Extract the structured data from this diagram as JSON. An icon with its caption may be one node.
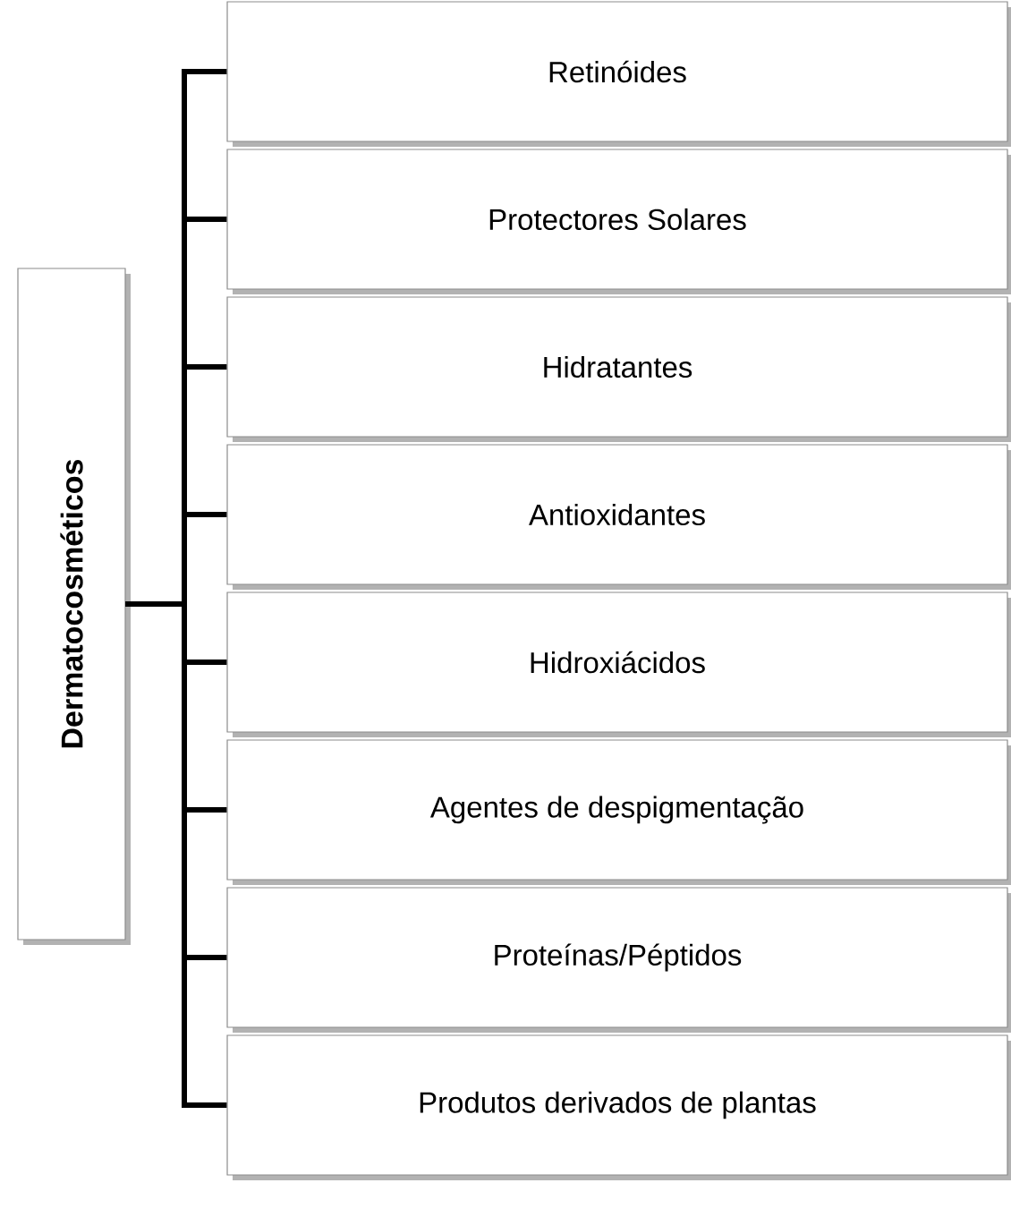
{
  "diagram": {
    "nodes": [
      {
        "text": [
          "Dermatocosméticos"
        ]
      },
      {
        "text": [
          "Retinóides"
        ]
      },
      {
        "text": [
          "Protectores Solares"
        ]
      },
      {
        "text": [
          "Hidratantes"
        ]
      },
      {
        "text": [
          "Antioxidantes"
        ]
      },
      {
        "text": [
          "Hidroxiácidos"
        ]
      },
      {
        "text": [
          "Agentes de despigmentação"
        ]
      },
      {
        "text": [
          "Proteínas/Péptidos"
        ]
      },
      {
        "text": [
          "Produtos derivados de plantas"
        ]
      }
    ],
    "edges": [
      {
        "from": 0,
        "to": 1,
        "arrow": "none"
      },
      {
        "from": 0,
        "to": 2,
        "arrow": "none"
      },
      {
        "from": 0,
        "to": 3,
        "arrow": "none"
      },
      {
        "from": 0,
        "to": 4,
        "arrow": "none"
      },
      {
        "from": 0,
        "to": 5,
        "arrow": "none"
      },
      {
        "from": 0,
        "to": 6,
        "arrow": "none"
      },
      {
        "from": 0,
        "to": 7,
        "arrow": "none"
      },
      {
        "from": 0,
        "to": 8,
        "arrow": "none"
      }
    ]
  }
}
